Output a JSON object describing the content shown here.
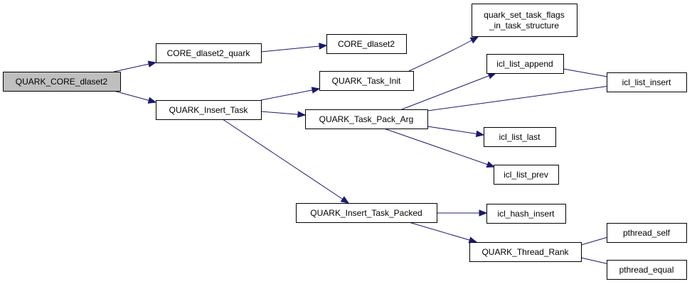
{
  "graph": {
    "nodes": [
      {
        "id": "n_root",
        "lines": [
          "QUARK_CORE_dlaset2"
        ],
        "root": true
      },
      {
        "id": "n_core_quark",
        "lines": [
          "CORE_dlaset2_quark"
        ]
      },
      {
        "id": "n_core",
        "lines": [
          "CORE_dlaset2"
        ]
      },
      {
        "id": "n_insert_task",
        "lines": [
          "QUARK_Insert_Task"
        ]
      },
      {
        "id": "n_task_init",
        "lines": [
          "QUARK_Task_Init"
        ]
      },
      {
        "id": "n_set_flags",
        "lines": [
          "quark_set_task_flags",
          "_in_task_structure"
        ]
      },
      {
        "id": "n_pack_arg",
        "lines": [
          "QUARK_Task_Pack_Arg"
        ]
      },
      {
        "id": "n_list_append",
        "lines": [
          "icl_list_append"
        ]
      },
      {
        "id": "n_list_insert",
        "lines": [
          "icl_list_insert"
        ]
      },
      {
        "id": "n_list_last",
        "lines": [
          "icl_list_last"
        ]
      },
      {
        "id": "n_list_prev",
        "lines": [
          "icl_list_prev"
        ]
      },
      {
        "id": "n_insert_packed",
        "lines": [
          "QUARK_Insert_Task_Packed"
        ]
      },
      {
        "id": "n_hash_insert",
        "lines": [
          "icl_hash_insert"
        ]
      },
      {
        "id": "n_thread_rank",
        "lines": [
          "QUARK_Thread_Rank"
        ]
      },
      {
        "id": "n_pthread_self",
        "lines": [
          "pthread_self"
        ]
      },
      {
        "id": "n_pthread_equal",
        "lines": [
          "pthread_equal"
        ]
      }
    ],
    "edges": [
      {
        "from": "n_root",
        "to": "n_core_quark"
      },
      {
        "from": "n_root",
        "to": "n_insert_task"
      },
      {
        "from": "n_core_quark",
        "to": "n_core"
      },
      {
        "from": "n_insert_task",
        "to": "n_task_init"
      },
      {
        "from": "n_insert_task",
        "to": "n_pack_arg"
      },
      {
        "from": "n_insert_task",
        "to": "n_insert_packed"
      },
      {
        "from": "n_task_init",
        "to": "n_set_flags"
      },
      {
        "from": "n_pack_arg",
        "to": "n_list_append"
      },
      {
        "from": "n_pack_arg",
        "to": "n_list_insert"
      },
      {
        "from": "n_pack_arg",
        "to": "n_list_last"
      },
      {
        "from": "n_pack_arg",
        "to": "n_list_prev"
      },
      {
        "from": "n_list_append",
        "to": "n_list_insert"
      },
      {
        "from": "n_insert_packed",
        "to": "n_hash_insert"
      },
      {
        "from": "n_insert_packed",
        "to": "n_thread_rank"
      },
      {
        "from": "n_thread_rank",
        "to": "n_pthread_self"
      },
      {
        "from": "n_thread_rank",
        "to": "n_pthread_equal"
      }
    ]
  }
}
